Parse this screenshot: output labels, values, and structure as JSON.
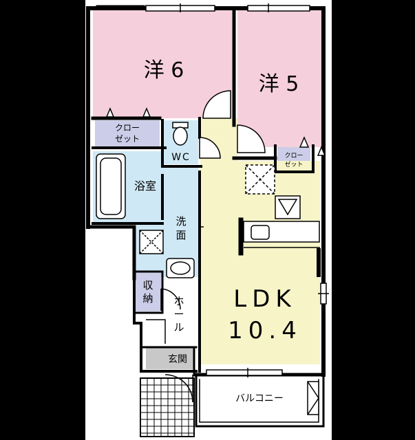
{
  "rooms": {
    "western6": "洋 6",
    "western5": "洋 5",
    "closet_left": [
      "クロー",
      "ゼット"
    ],
    "closet_right": [
      "クロー",
      "ゼット"
    ],
    "wc": "WC",
    "bath": "浴室",
    "washroom": [
      "洗",
      "面"
    ],
    "storage": [
      "収",
      "納"
    ],
    "hall": [
      "ホ",
      "ー",
      "ル"
    ],
    "ldk_name": "LDK",
    "ldk_size": "10.4",
    "entrance": "玄関",
    "balcony": "バルコニー"
  },
  "colors": {
    "western": "#f5d0dc",
    "closet": "#cccde8",
    "wet": "#cfe8f5",
    "ldk": "#f7f5c8",
    "entrance": "#c8c8c8",
    "wall": "#000000",
    "floor": "#ffffff"
  }
}
